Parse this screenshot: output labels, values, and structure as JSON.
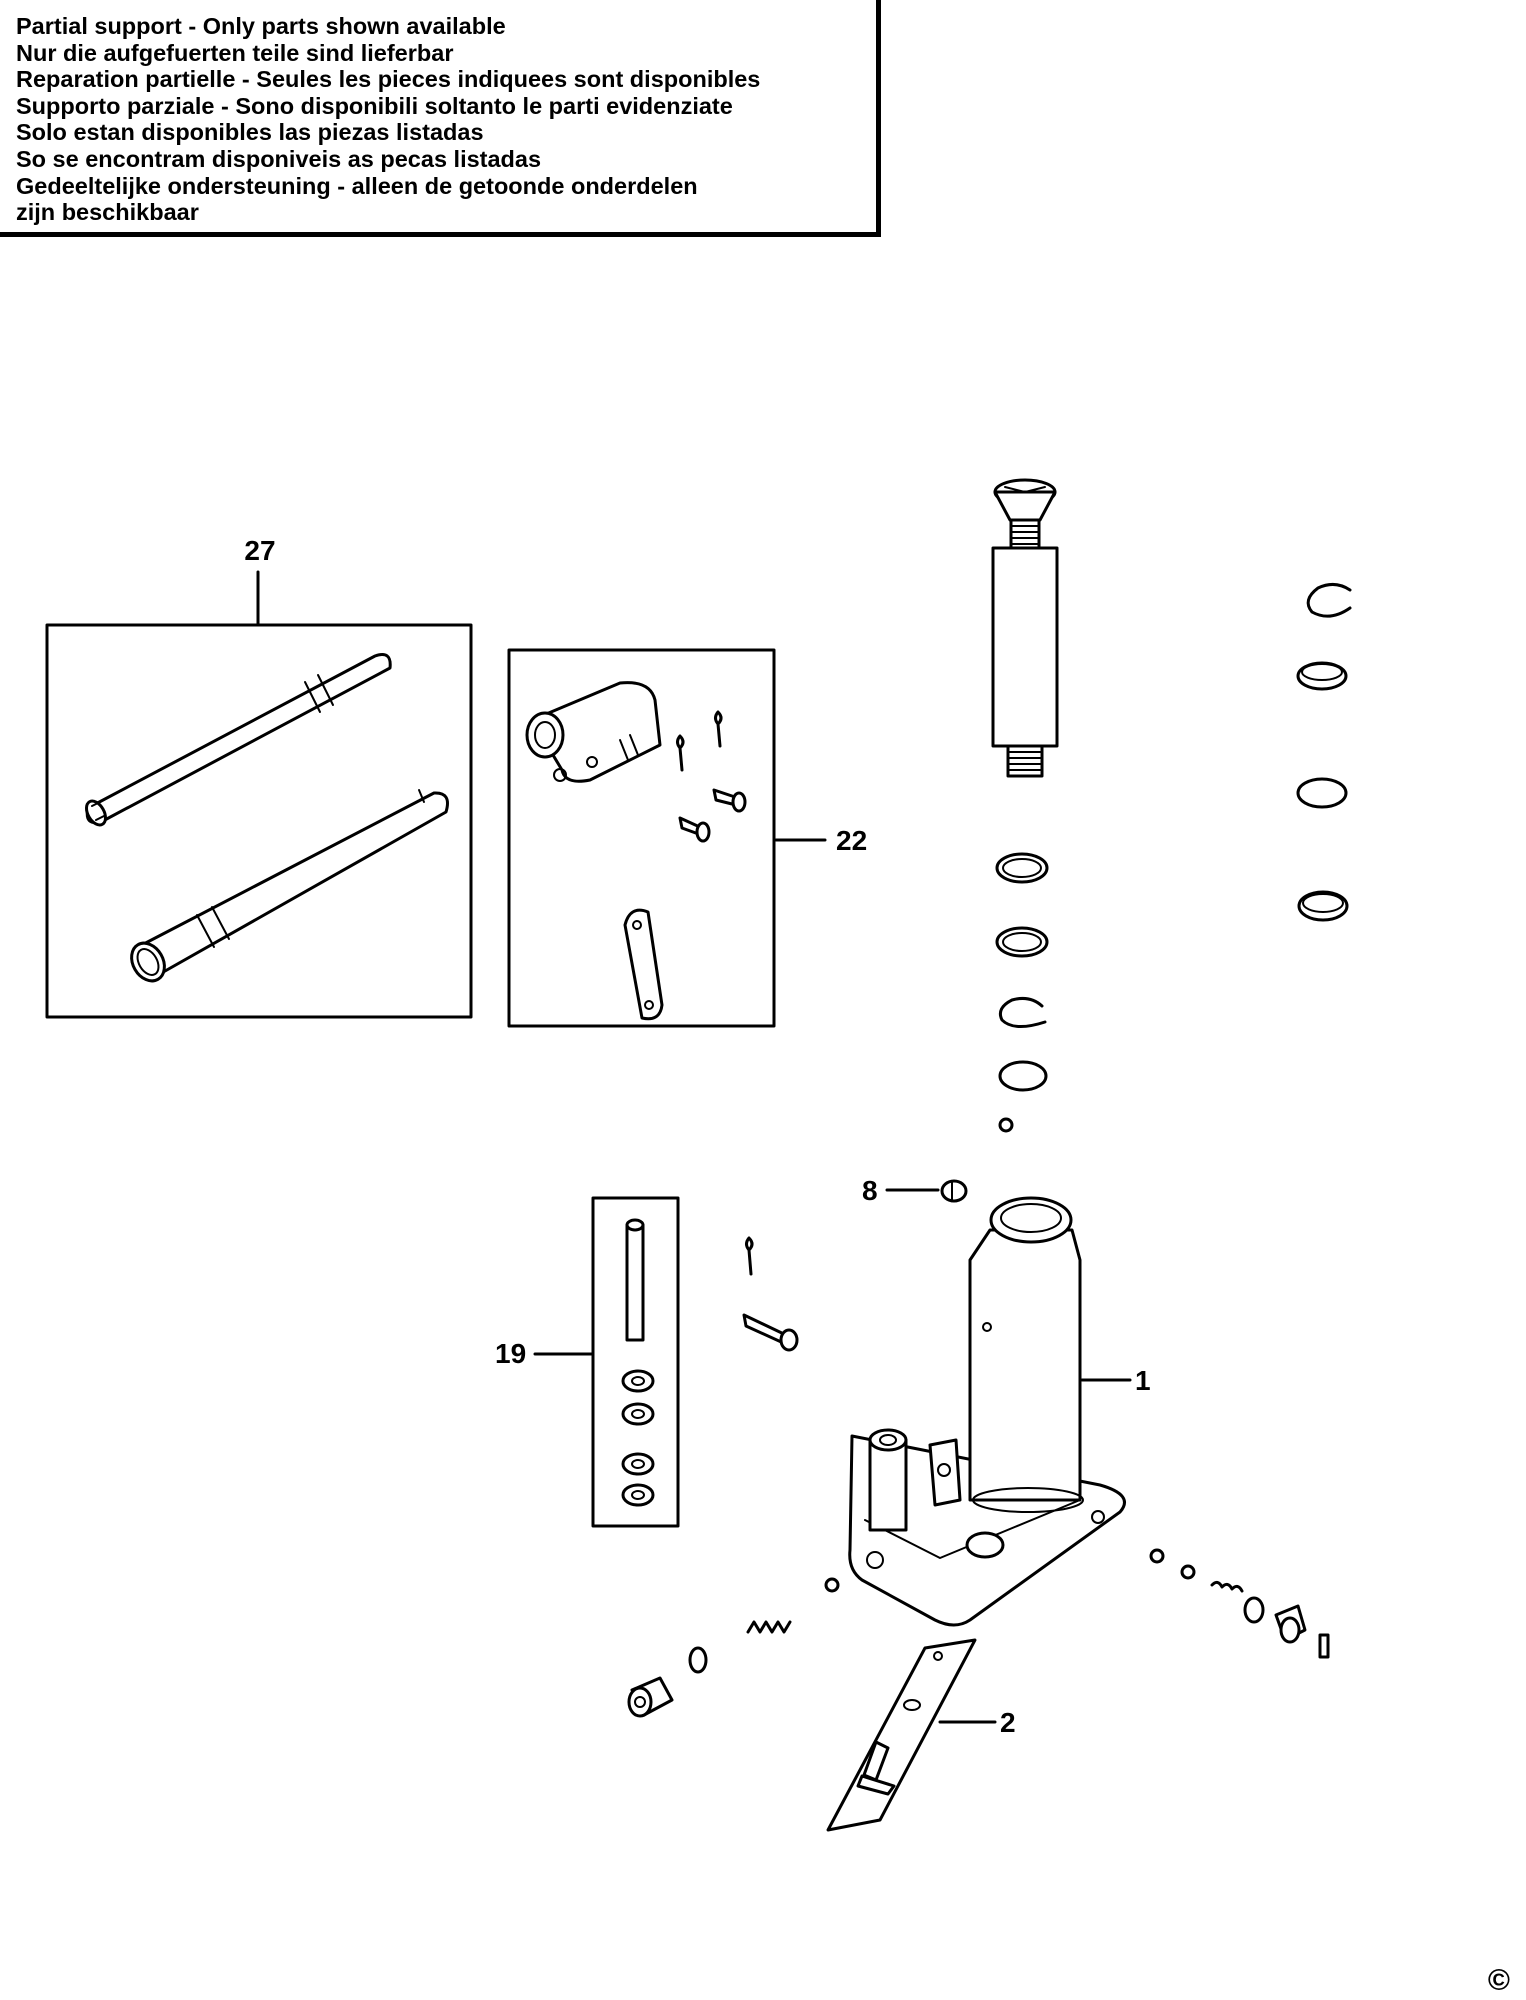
{
  "notice": {
    "lines": [
      "Partial support - Only parts shown available",
      "Nur die aufgefuerten teile sind lieferbar",
      "Reparation partielle - Seules les pieces indiquees sont disponibles",
      "Supporto parziale - Sono disponibili soltanto le parti evidenziate",
      "Solo estan disponibles las piezas listadas",
      "So se encontram disponiveis as pecas listadas",
      "Gedeeltelijke ondersteuning - alleen de getoonde onderdelen",
      "zijn beschikbaar"
    ]
  },
  "callouts": {
    "c27": "27",
    "c22": "22",
    "c8": "8",
    "c19": "19",
    "c1": "1",
    "c2": "2"
  },
  "copyright": "©"
}
